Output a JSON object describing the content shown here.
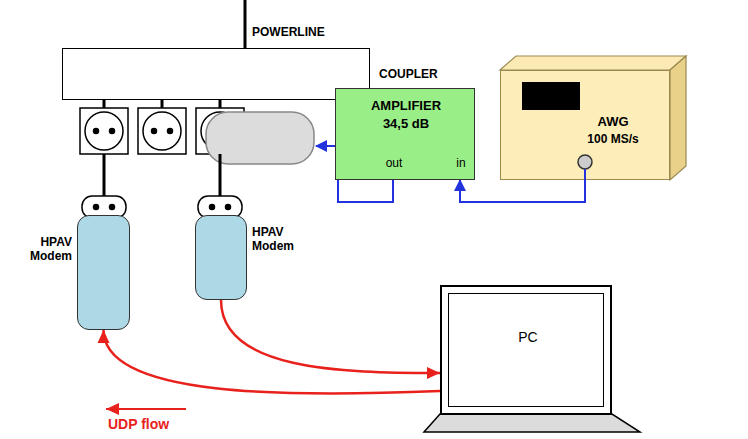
{
  "diagram": {
    "nodes": [
      {
        "text": [
          "COUPLER"
        ]
      },
      {
        "text": [
          "AMPLIFIER",
          "34,5 dB",
          "out",
          "in"
        ]
      },
      {
        "text": [
          "AWG",
          "100 MS/s"
        ]
      },
      {
        "text": [
          "HPAV Modem"
        ]
      },
      {
        "text": [
          "HPAV Modem"
        ]
      },
      {
        "text": [
          "PC"
        ]
      }
    ],
    "edges": [
      {
        "from": 2,
        "to": 1,
        "arrow": "to"
      },
      {
        "from": 4,
        "to": 5,
        "arrow": "to"
      },
      {
        "from": 5,
        "to": 3,
        "arrow": "to"
      }
    ],
    "labels": [
      "POWERLINE",
      "UDP flow"
    ]
  }
}
